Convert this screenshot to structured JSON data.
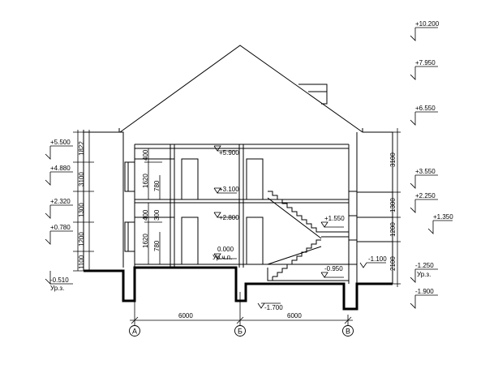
{
  "drawing": {
    "elevations_right": [
      "+10.200",
      "+7.950",
      "+6.550",
      "+3.550",
      "+2.250",
      "+1.350",
      "-1.250",
      "-1.900"
    ],
    "right_ground_label": "Ур.з.",
    "elevations_left": [
      "+5.500",
      "+4.880",
      "+2.320",
      "+0.780",
      "-0.510"
    ],
    "left_ground_label": "Ур.з.",
    "interior_levels": [
      "+5.900",
      "+3.100",
      "+2.800",
      "0.000",
      "+1.550",
      "-0.950",
      "-1.100",
      "-1.700"
    ],
    "floor_level_label": "Ур.ч.п.",
    "left_dims": [
      "1822",
      "3100",
      "1300",
      "1200",
      "1100"
    ],
    "window_dims": [
      "400",
      "1620",
      "780",
      "400",
      "300",
      "1620",
      "780"
    ],
    "right_dims": [
      "3100",
      "1300",
      "1200",
      "2100"
    ],
    "span_dims": [
      "6000",
      "6000"
    ],
    "axes": [
      "А",
      "Б",
      "В"
    ]
  }
}
